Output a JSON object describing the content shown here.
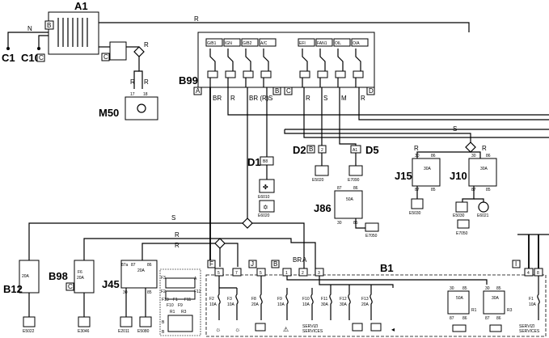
{
  "components": {
    "A1": "A1",
    "C1": "C1",
    "C10": "C10",
    "M50": "M50",
    "B99": "B99",
    "D1": "D1",
    "D2": "D2",
    "D5": "D5",
    "J15": "J15",
    "J10": "J10",
    "J86": "J86",
    "B12": "B12",
    "B98": "B98",
    "J45": "J45",
    "B1": "B1"
  },
  "tags": {
    "a1_c10": "C",
    "a1_n": "B",
    "a1_r": "C",
    "c10": "C",
    "b99_a": "A",
    "b99_b": "B",
    "b99_c": "C",
    "b99_d": "D",
    "d1_conn": "B8",
    "d2_b": "B",
    "d2_pin": "2",
    "d5_pin": "A1",
    "b98_c": "C",
    "b1_f": "F",
    "b1_j": "J",
    "b1_b": "B",
    "b1_a": "A",
    "b1_i": "I"
  },
  "wire_labels": {
    "r": "R",
    "n": "N",
    "s": "S",
    "br": "BR",
    "br_r": "BR (R)",
    "m": "M",
    "a": "A"
  },
  "b99_fuses": [
    "G/B1",
    "IGN",
    "G/B2",
    "A/C",
    "EFI",
    "FAN1",
    "OIL",
    "O/A"
  ],
  "m50_pins": [
    "17",
    "18"
  ],
  "relay_labels": {
    "j15": {
      "name": "30A",
      "pins": [
        "30",
        "86",
        "87",
        "85"
      ]
    },
    "j10": {
      "name": "30A",
      "pins": [
        "30",
        "86",
        "87",
        "85"
      ]
    },
    "j86": {
      "name": "50A",
      "pins": [
        "87",
        "86",
        "30",
        "85"
      ]
    },
    "j45": {
      "name": "20A",
      "pins": [
        "87a",
        "87",
        "86",
        "30",
        "85"
      ]
    },
    "r1": {
      "name": "50A",
      "pins": [
        "30",
        "85",
        "87",
        "86"
      ],
      "id": "R1"
    },
    "r3": {
      "name": "30A",
      "pins": [
        "30",
        "85",
        "87",
        "86"
      ],
      "id": "R3"
    }
  },
  "fuses": {
    "b12": {
      "rating": "20A"
    },
    "b98": {
      "name": "F6",
      "rating": "20A"
    },
    "f2": {
      "name": "F2",
      "rating": "10A"
    },
    "f3": {
      "name": "F3",
      "rating": "10A"
    },
    "f8": {
      "name": "F8",
      "rating": "20A"
    },
    "f9": {
      "name": "F9",
      "rating": "10A"
    },
    "f10": {
      "name": "F10",
      "rating": "10A"
    },
    "f11": {
      "name": "F11",
      "rating": "30A"
    },
    "f12": {
      "name": "F12",
      "rating": "30A"
    },
    "f13": {
      "name": "F13",
      "rating": "20A"
    },
    "f1": {
      "name": "F1",
      "rating": "10A"
    }
  },
  "ground_codes": {
    "e6010": "E6010",
    "e6020": "E6020",
    "e5020": "E5020",
    "e7090": "E7090",
    "e5030a": "E5030",
    "e5030b": "E5030",
    "e6021": "E6021",
    "e7050a": "E7050",
    "e7050b": "E7050",
    "e5022": "E5022",
    "e3046": "E3046",
    "e2011": "E2011",
    "e5080": "E5080"
  },
  "services": {
    "line1": "SERVIZI",
    "line2": "SERVICES"
  },
  "b1_pins": [
    "5",
    "7",
    "5",
    "1",
    "2",
    "3",
    "8",
    "4"
  ],
  "legend_pins": [
    "F3",
    "F2",
    "F13",
    "F1",
    "F11",
    "F12",
    "F10",
    "F9",
    "R1",
    "R3",
    "B",
    "A",
    "B"
  ]
}
